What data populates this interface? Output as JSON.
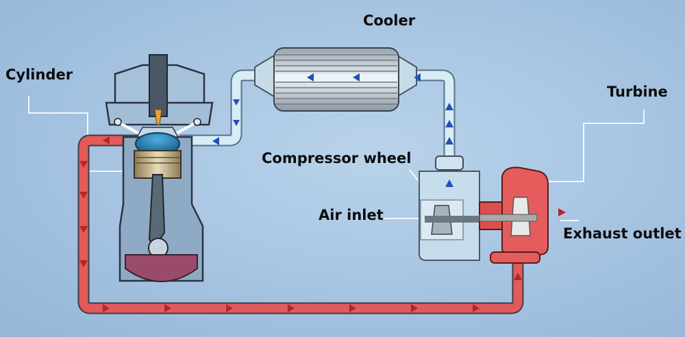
{
  "labels": {
    "cooler": "Cooler",
    "cylinder": "Cylinder",
    "turbine": "Turbine",
    "compressor_wheel": "Compressor wheel",
    "air_inlet": "Air inlet",
    "exhaust_outlet": "Exhaust outlet"
  },
  "colors": {
    "background": "#a9c6e3",
    "intake_air": "#d7ecf4",
    "intake_arrow": "#2350b5",
    "exhaust_gas": "#e35a5a",
    "exhaust_arrow": "#b3262a",
    "cooler_body": "#a8b2bc",
    "piston_crown": "#1d7fb4",
    "crankcase_oil": "#9a4b6c",
    "outline": "#3a4250"
  }
}
